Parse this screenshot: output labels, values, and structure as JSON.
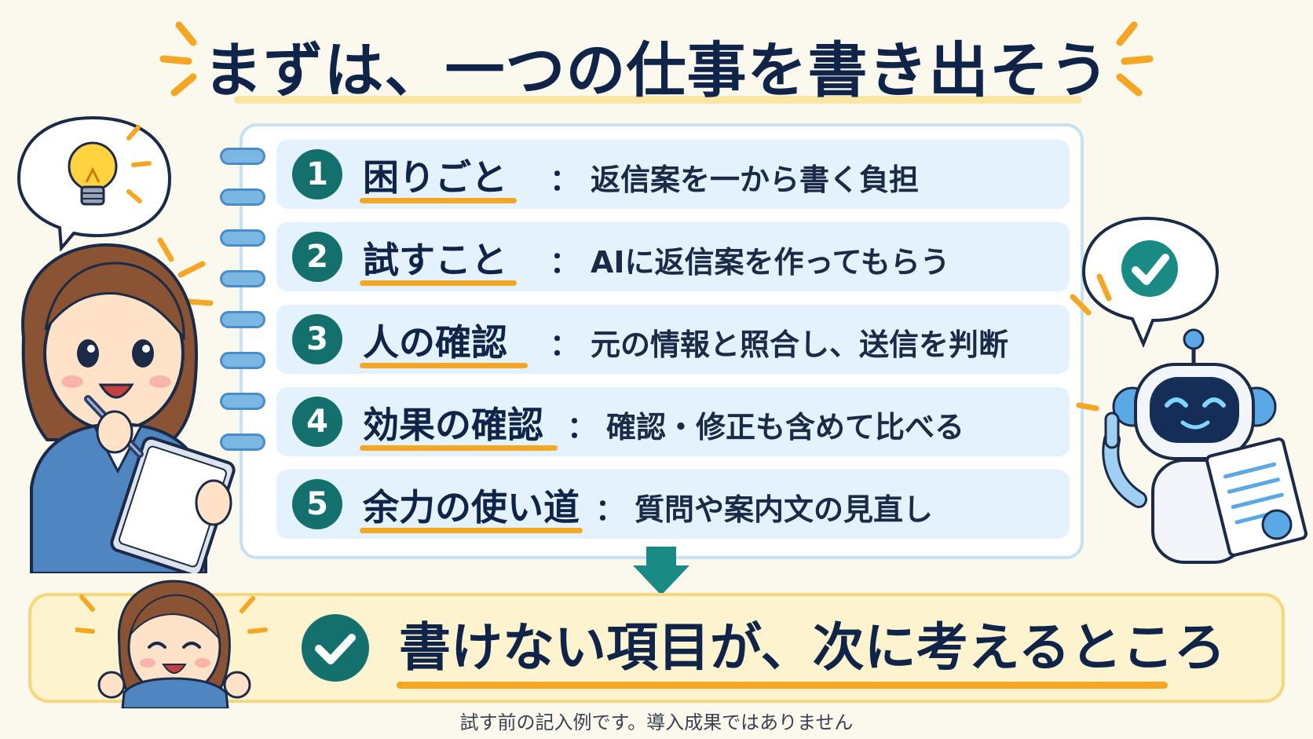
{
  "title": "まずは、一つの仕事を書き出そう",
  "items": [
    {
      "number": "1",
      "label": "困りごと",
      "description": "返信案を一から書く負担"
    },
    {
      "number": "2",
      "label": "試すこと",
      "description": "AIに返信案を作ってもらう"
    },
    {
      "number": "3",
      "label": "人の確認",
      "description": "元の情報と照合し、送信を判断"
    },
    {
      "number": "4",
      "label": "効果の確認",
      "description": "確認・修正も含めて比べる"
    },
    {
      "number": "5",
      "label": "余力の使い道",
      "description": "質問や案内文の見直し"
    }
  ],
  "separator": "：",
  "conclusion": "書けない項目が、次に考えるところ",
  "footnote": "試す前の記入例です。導入成果ではありません",
  "colors": {
    "accent_teal": "#14706c",
    "accent_orange": "#f5a623",
    "panel_yellow": "#fdf3cf",
    "row_blue": "#e3f2fc",
    "text_navy": "#0f2448"
  },
  "icons": [
    "lightbulb-icon",
    "check-icon",
    "pen-icon",
    "clipboard-icon",
    "robot-icon",
    "document-icon",
    "down-arrow-icon"
  ]
}
